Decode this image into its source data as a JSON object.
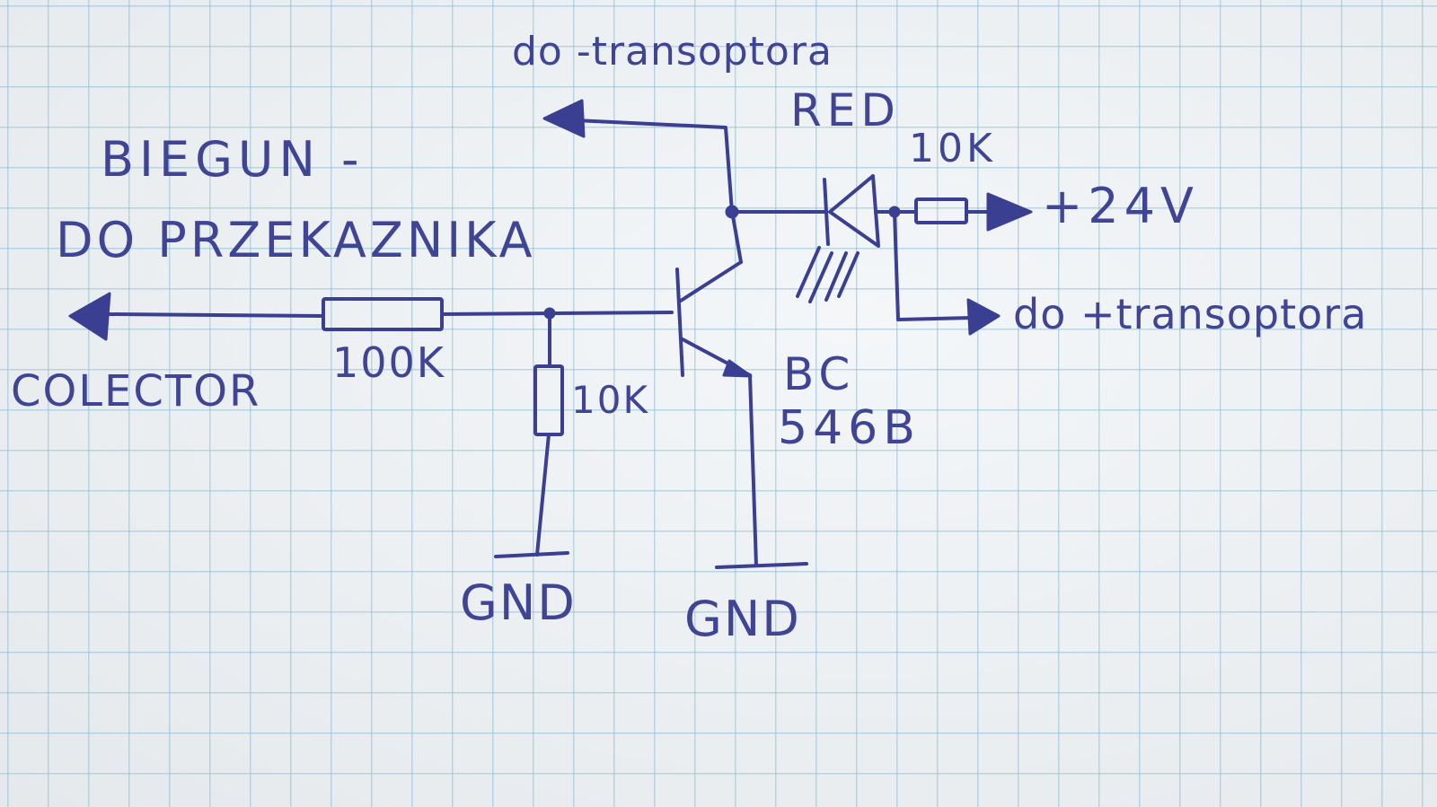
{
  "labels": {
    "top_output": "do -transoptora",
    "led_color": "RED",
    "pole_line1": "BIEGUN -",
    "pole_line2": "DO PRZEKAZNIKA",
    "r_led": "10K",
    "supply": "+24V",
    "plus_output": "do +transoptora",
    "collector": "COLECTOR",
    "r_series": "100K",
    "r_pulldown": "10K",
    "transistor_line1": "BC",
    "transistor_line2": "546B",
    "gnd_left": "GND",
    "gnd_right": "GND"
  },
  "colors": {
    "ink": "#3b3f92",
    "grid": "#8cbed7",
    "paper": "#eef2f5"
  }
}
